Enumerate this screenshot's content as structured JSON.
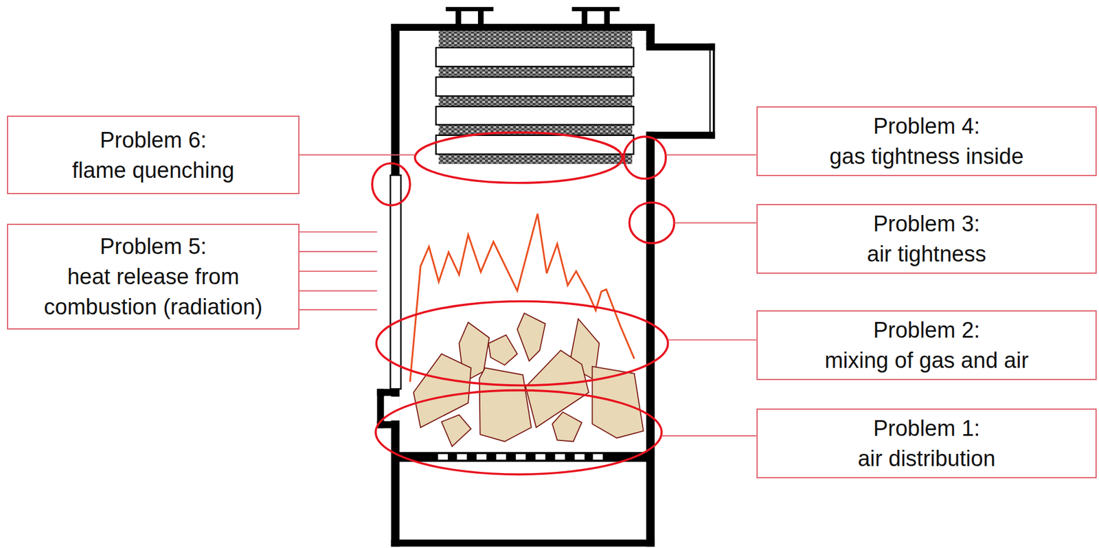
{
  "diagram": {
    "nodes": [
      {
        "text": [
          "Problem 6:",
          "flame quenching"
        ]
      },
      {
        "text": [
          "Problem 5:",
          "heat release from combustion (radiation)"
        ]
      },
      {
        "text": [
          "Problem 4:",
          "gas tightness inside"
        ]
      },
      {
        "text": [
          "Problem 3:",
          "air tightness"
        ]
      },
      {
        "text": [
          "Problem 2:",
          "mixing of gas and air"
        ]
      },
      {
        "text": [
          "Problem 1:",
          "air distribution"
        ]
      }
    ]
  }
}
